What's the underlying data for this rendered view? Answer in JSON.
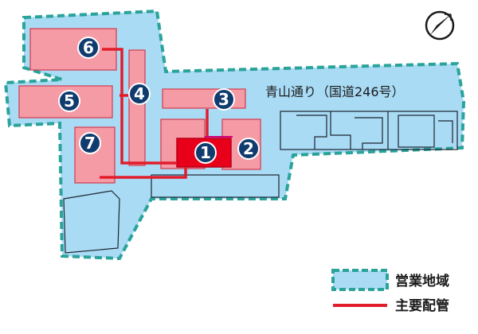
{
  "map": {
    "road_label": "青山通り（国道246号）",
    "compass_icon": "compass-north-icon",
    "colors": {
      "operating_area_fill": "#a9dbf5",
      "operating_area_border": "#2aa39a",
      "building_fill": "#f49ba5",
      "main_building_fill": "#e8001b",
      "main_pipe": "#e11d2c",
      "marker": "#0f3b6e"
    },
    "markers": [
      "1",
      "2",
      "3",
      "4",
      "5",
      "6",
      "7"
    ]
  },
  "legend": {
    "operating_area": "営業地域",
    "main_pipe": "主要配管"
  }
}
